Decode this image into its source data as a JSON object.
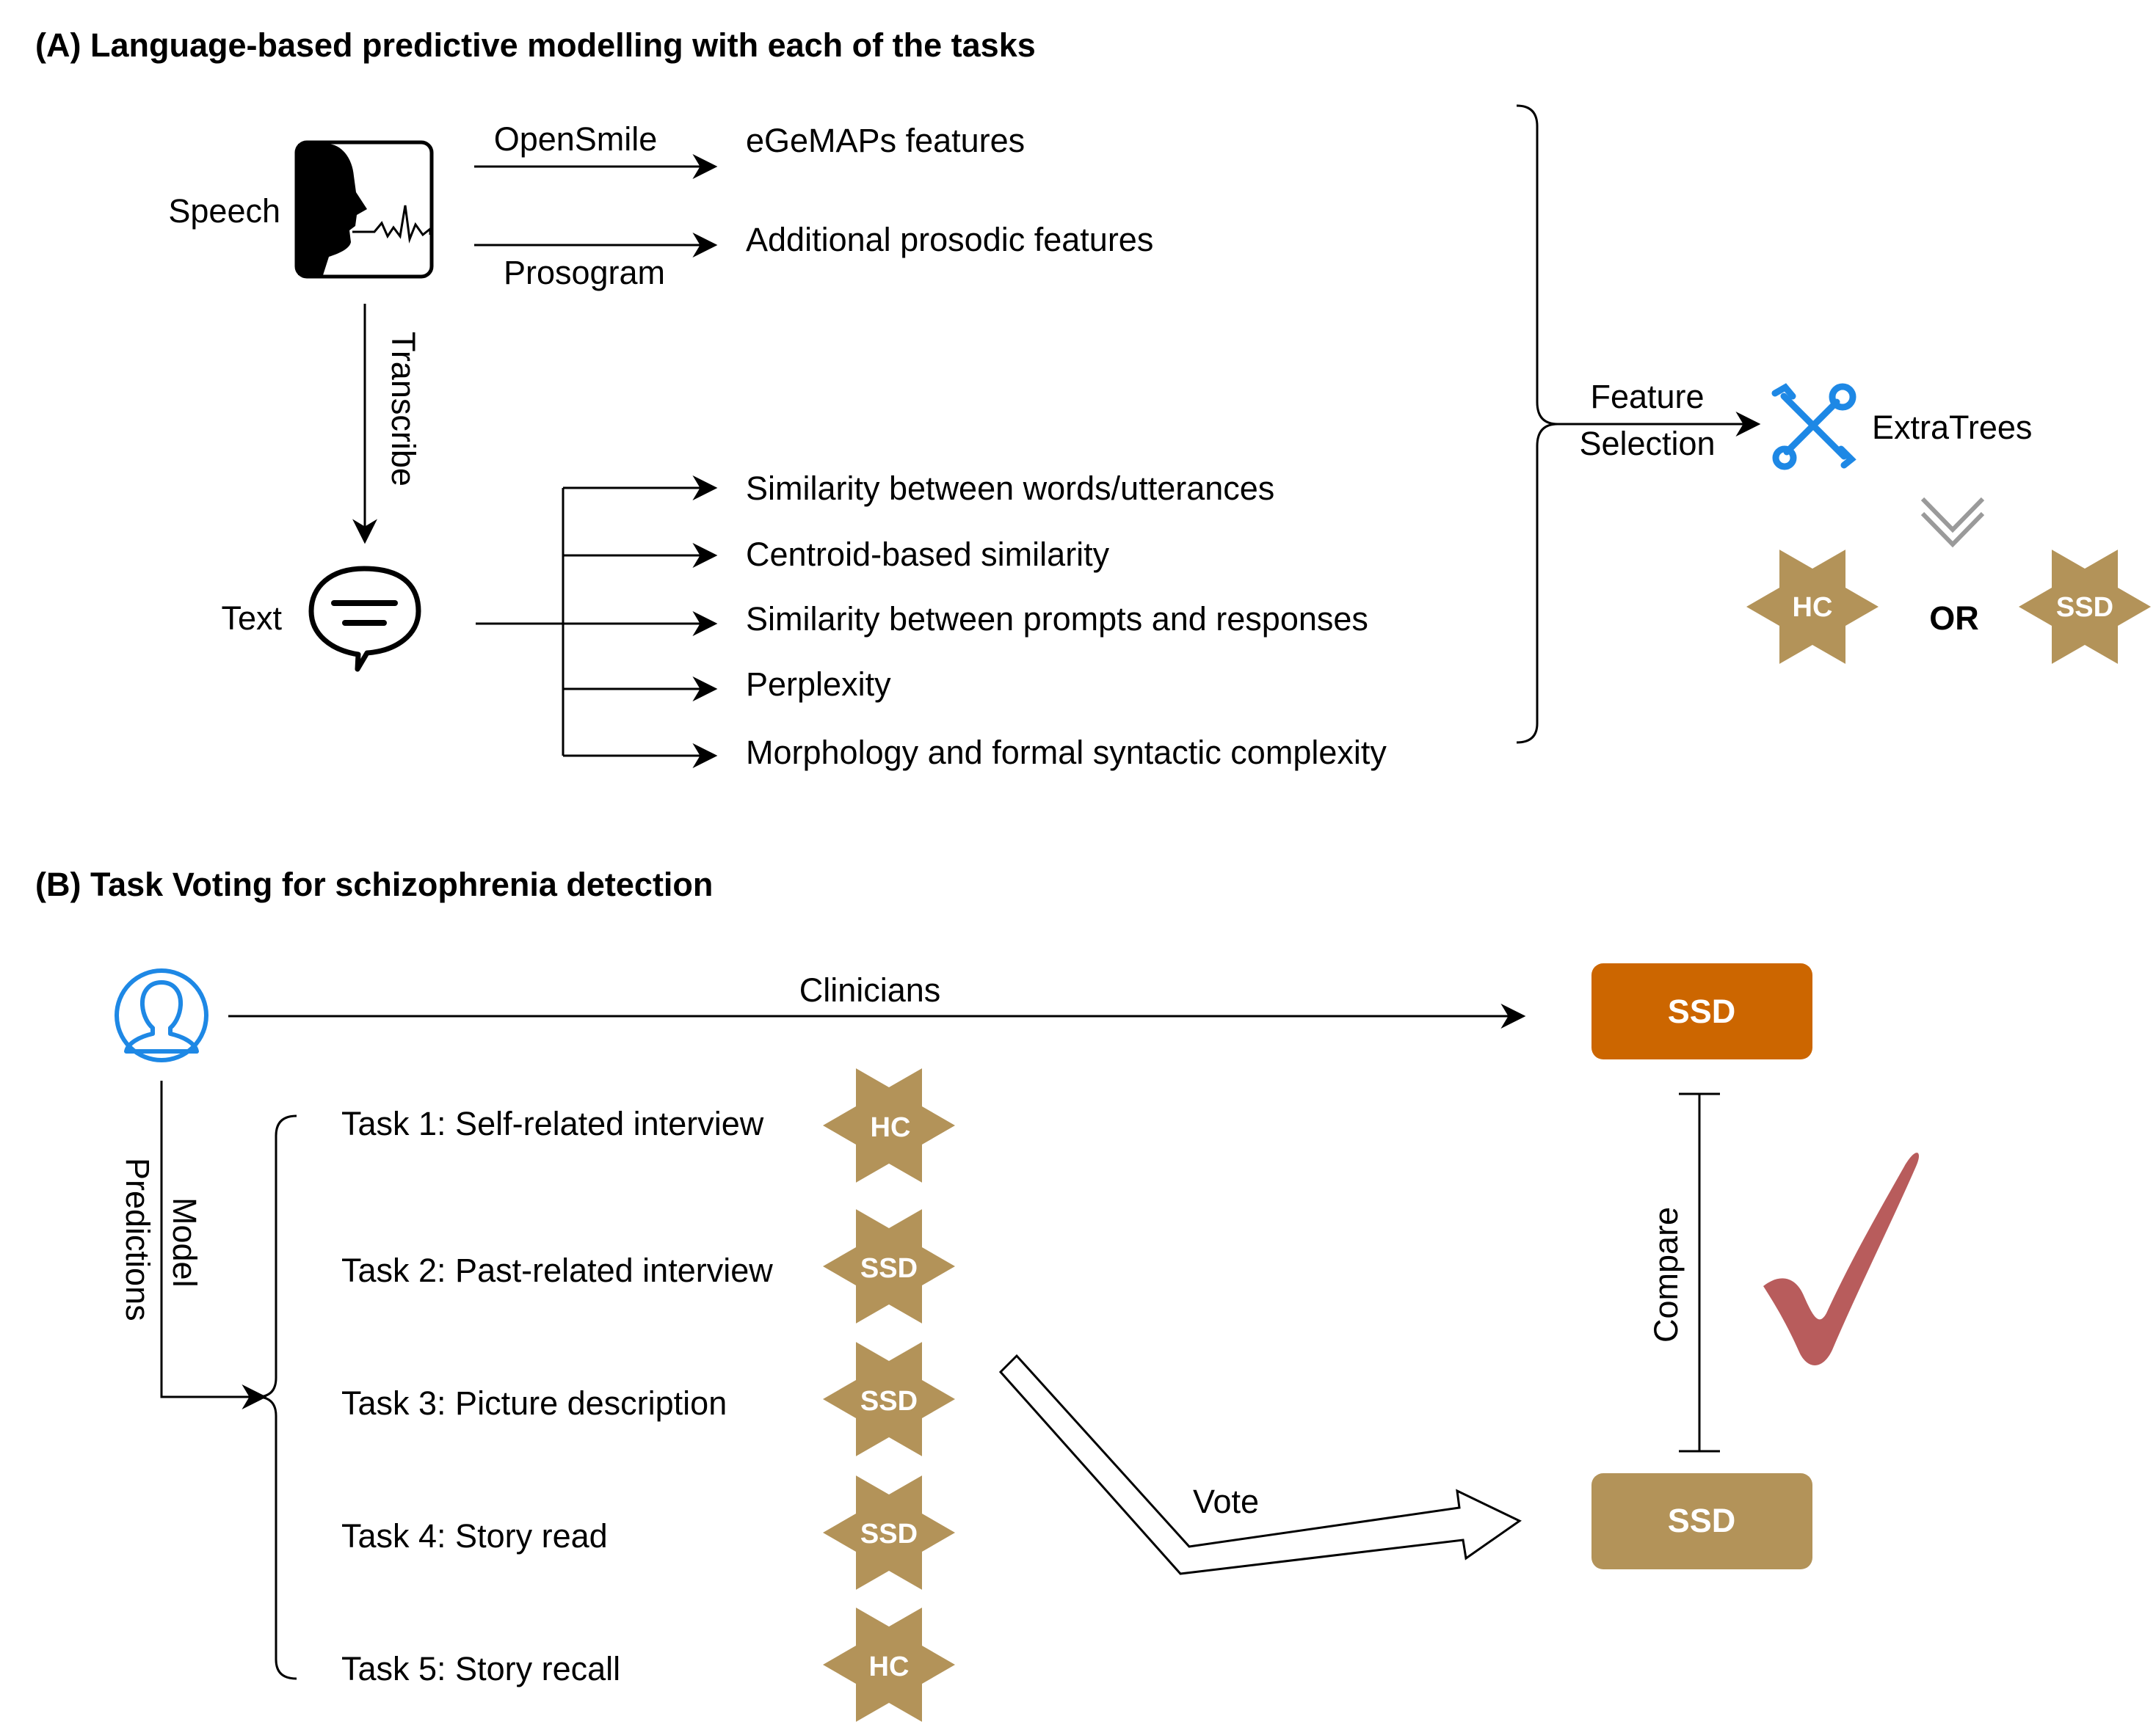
{
  "section_a": {
    "title": "(A)   Language-based predictive modelling with each of the tasks",
    "speech_label": "Speech",
    "opensmile_label": "OpenSmile",
    "prosogram_label": "Prosogram",
    "transcribe_label": "Transcribe",
    "text_label": "Text",
    "speech_features": [
      "eGeMAPs features",
      "Additional prosodic features"
    ],
    "text_features": [
      "Similarity between words/utterances",
      "Centroid-based similarity",
      "Similarity between prompts and responses",
      "Perplexity",
      "Morphology and formal syntactic complexity"
    ],
    "feature_selection": [
      "Feature",
      "Selection"
    ],
    "model_label": "ExtraTrees",
    "outcome_left": "HC",
    "outcome_or": "OR",
    "outcome_right": "SSD"
  },
  "section_b": {
    "title": "(B)   Task Voting for schizophrenia detection",
    "clinicians_label": "Clinicians",
    "model_predictions": [
      "Model",
      "Predictions"
    ],
    "tasks": [
      {
        "label": "Task 1: Self-related interview",
        "prediction": "HC"
      },
      {
        "label": "Task 2: Past-related interview",
        "prediction": "SSD"
      },
      {
        "label": "Task 3: Picture description",
        "prediction": "SSD"
      },
      {
        "label": "Task 4: Story read",
        "prediction": "SSD"
      },
      {
        "label": "Task 5: Story recall",
        "prediction": "HC"
      }
    ],
    "vote_label": "Vote",
    "compare_label": "Compare",
    "clinician_result": "SSD",
    "vote_result": "SSD"
  },
  "colors": {
    "tan": "#b39359",
    "orange": "#cc6600",
    "blue": "#1e88e5",
    "check": "#b85c5c",
    "black": "#000000"
  }
}
